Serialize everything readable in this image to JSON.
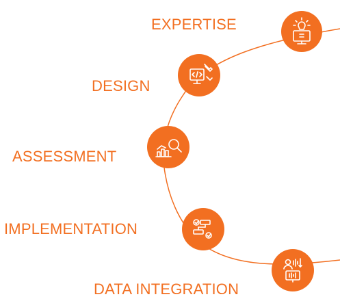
{
  "colors": {
    "accent": "#F26F21",
    "line": "#F26F21",
    "icon_stroke": "#FFFFFF",
    "background": "#FFFFFF"
  },
  "stages": [
    {
      "label": "EXPERTISE",
      "icon": "lightbulb-monitor-icon"
    },
    {
      "label": "DESIGN",
      "icon": "code-monitor-wrench-icon"
    },
    {
      "label": "ASSESSMENT",
      "icon": "chart-magnifier-icon"
    },
    {
      "label": "IMPLEMENTATION",
      "icon": "checklist-flow-icon"
    },
    {
      "label": "DATA INTEGRATION",
      "icon": "user-data-monitor-icon"
    }
  ]
}
